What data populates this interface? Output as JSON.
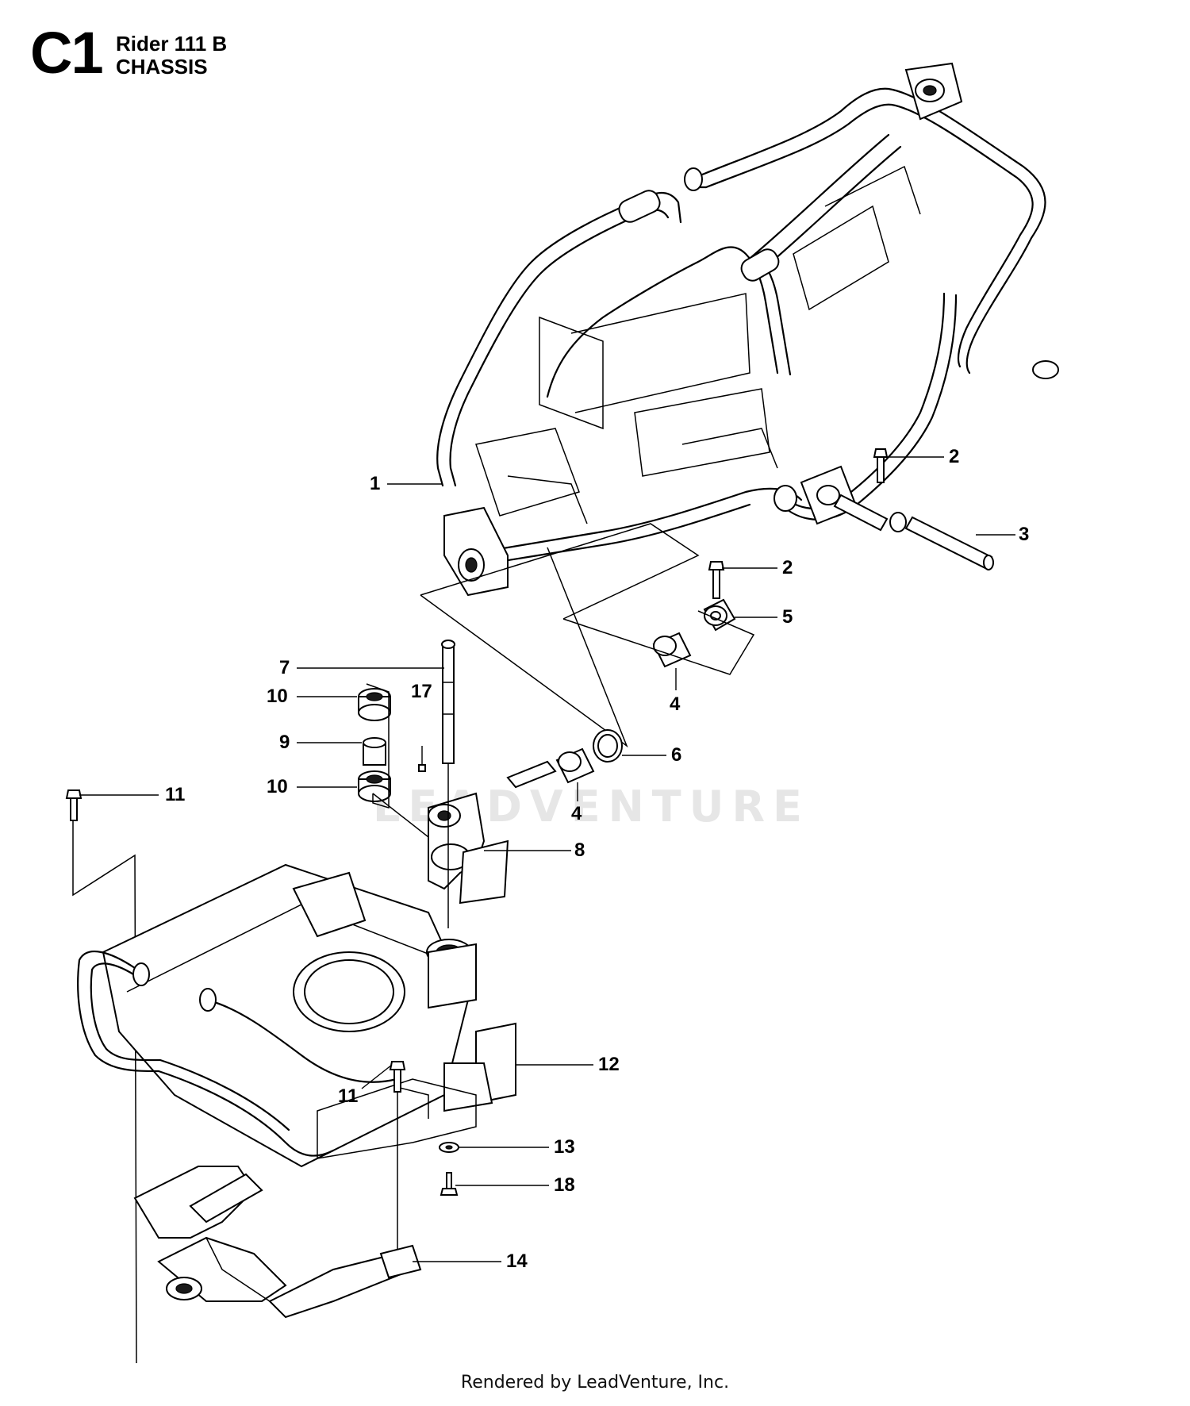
{
  "header": {
    "code": "C1",
    "line1": "Rider 111 B",
    "line2": "CHASSIS"
  },
  "footer": "Rendered by LeadVenture, Inc.",
  "watermark": "LEADVENTURE",
  "callouts": [
    "1",
    "2",
    "3",
    "2",
    "5",
    "4",
    "7",
    "10",
    "9",
    "10",
    "17",
    "6",
    "4",
    "8",
    "11",
    "12",
    "11",
    "13",
    "18",
    "14"
  ]
}
